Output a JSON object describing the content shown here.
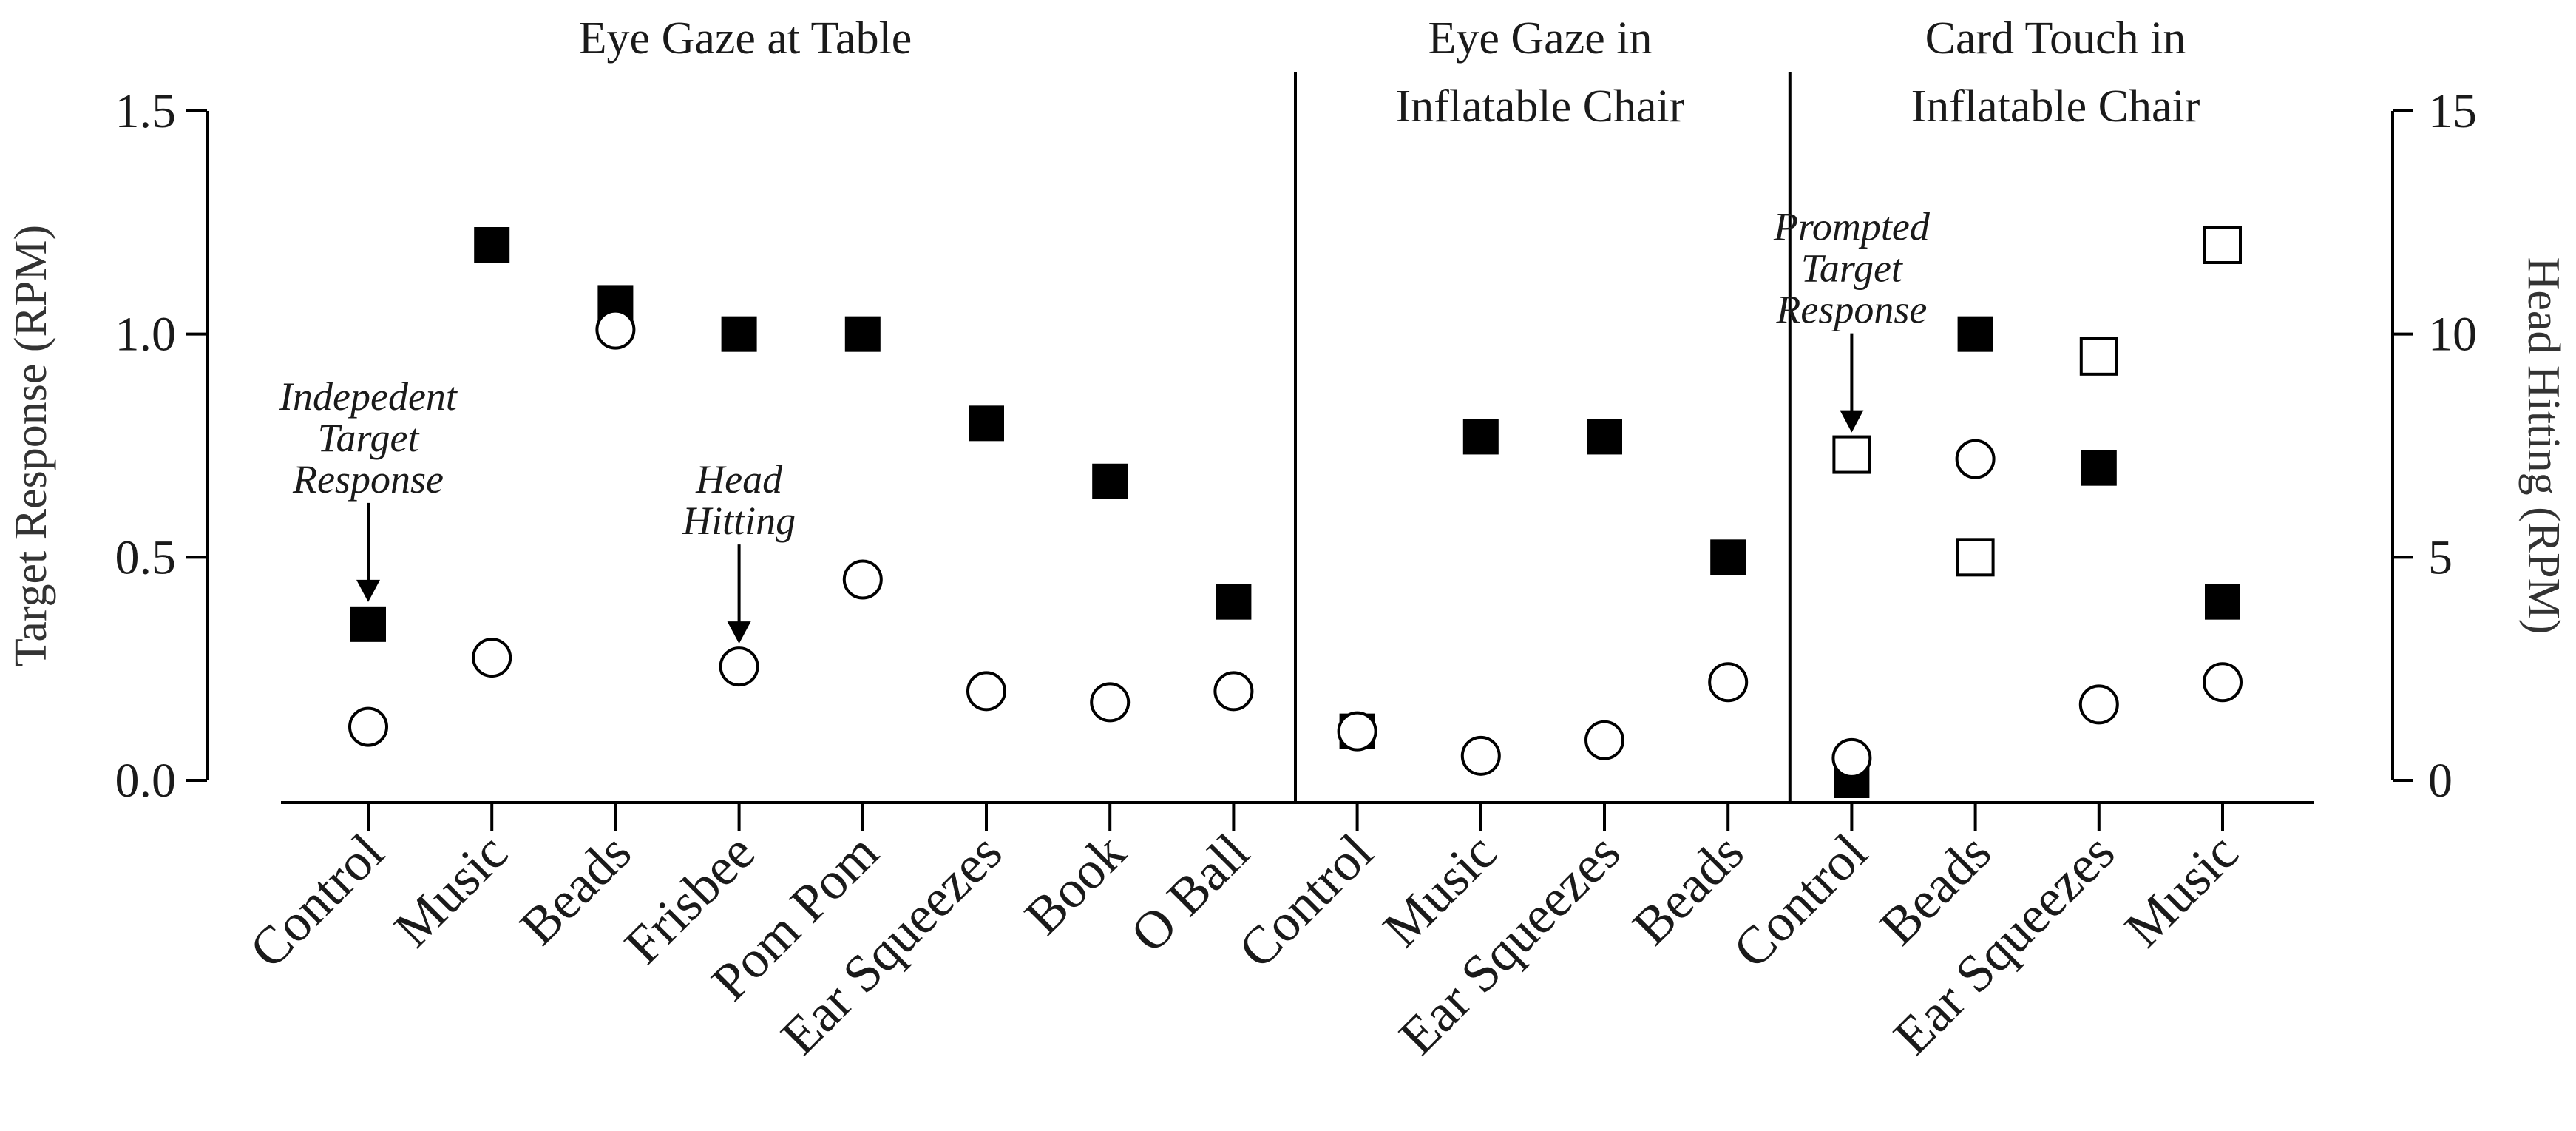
{
  "chart_data": {
    "type": "scatter",
    "sections": [
      {
        "title_lines": [
          "Eye Gaze at Table"
        ],
        "categories": [
          "Control",
          "Music",
          "Beads",
          "Frisbee",
          "Pom Pom",
          "Ear Squeezes",
          "Book",
          "O Ball"
        ]
      },
      {
        "title_lines": [
          "Eye Gaze in",
          "Inflatable Chair"
        ],
        "categories": [
          "Control",
          "Music",
          "Ear Squeezes",
          "Beads"
        ]
      },
      {
        "title_lines": [
          "Card Touch in",
          "Inflatable Chair"
        ],
        "categories": [
          "Control",
          "Beads",
          "Ear Squeezes",
          "Music"
        ]
      }
    ],
    "y_left": {
      "label": "Target Response (RPM)",
      "lim": [
        0,
        1.5
      ],
      "ticks": [
        "0.0",
        "0.5",
        "1.0",
        "1.5"
      ]
    },
    "y_right": {
      "label": "Head Hitting (RPM)",
      "lim": [
        0,
        15
      ],
      "ticks": [
        "0",
        "5",
        "10",
        "15"
      ]
    },
    "series": [
      {
        "marker": "filled-square",
        "axis": "left",
        "values": [
          0.35,
          1.2,
          1.07,
          1.0,
          1.0,
          0.8,
          0.67,
          0.4,
          0.11,
          0.77,
          0.77,
          0.5,
          0.0,
          1.0,
          0.7,
          0.4
        ]
      },
      {
        "marker": "open-square",
        "axis": "left",
        "values": [
          null,
          null,
          null,
          null,
          null,
          null,
          null,
          null,
          null,
          null,
          null,
          null,
          0.73,
          0.5,
          0.95,
          1.2
        ]
      },
      {
        "marker": "open-circle",
        "axis": "right",
        "values": [
          1.2,
          2.75,
          10.1,
          2.55,
          4.5,
          2.0,
          1.75,
          2.0,
          1.1,
          0.55,
          0.9,
          2.2,
          0.5,
          7.2,
          1.7,
          2.2
        ]
      }
    ],
    "annotations": [
      {
        "lines": [
          "Indepedent",
          "Target",
          "Response"
        ],
        "target_index": 0
      },
      {
        "lines": [
          "Head",
          "Hitting"
        ],
        "target_index": 3
      },
      {
        "lines": [
          "Prompted",
          "Target",
          "Response"
        ],
        "target_index": 12
      }
    ],
    "colors": {
      "marker": "#000000",
      "background": "#ffffff",
      "axis_title": "#333333"
    }
  }
}
